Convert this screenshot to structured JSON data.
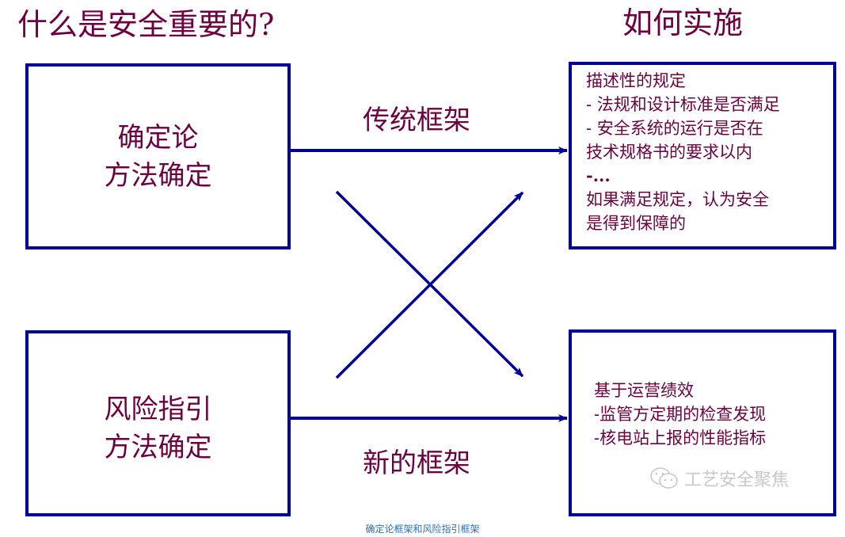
{
  "headings": {
    "left": "什么是安全重要的?",
    "right": "如何实施"
  },
  "boxes": {
    "top_left": {
      "lines": [
        "确定论",
        "方法确定"
      ]
    },
    "bottom_left": {
      "lines": [
        "风险指引",
        "方法确定"
      ]
    },
    "top_right": {
      "lines": [
        "描述性的规定",
        "- 法规和设计标准是否满足",
        "- 安全系统的运行是否在",
        "技术规格书的要求以内",
        "-...",
        "如果满足规定，认为安全",
        "是得到保障的"
      ]
    },
    "bottom_right": {
      "lines": [
        "基于运营绩效",
        "-监管方定期的检查发现",
        "-核电站上报的性能指标"
      ]
    }
  },
  "arrows": {
    "top_label": "传统框架",
    "bottom_label": "新的框架"
  },
  "watermark": {
    "icon": "wechat-icon",
    "text": "工艺安全聚焦"
  },
  "caption": "确定论框架和风险指引框架",
  "colors": {
    "text": "#6e0040",
    "lines": "#000099",
    "caption": "#2a6fbd",
    "watermark": "#c8c8c8"
  }
}
